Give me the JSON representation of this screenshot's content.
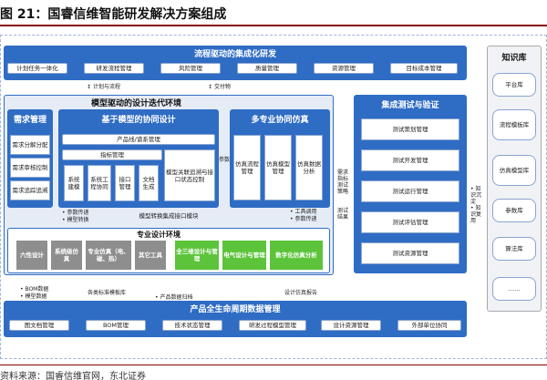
{
  "figure": {
    "title": "图 21：国睿信维智能研发解决方案组成",
    "source": "资料来源：国睿信维官网，东北证券"
  },
  "top": {
    "title": "流程驱动的集成化研发",
    "items": [
      "计划任务一体化",
      "研发流程管理",
      "风险管理",
      "质量管理",
      "资源管理",
      "目标成本管理"
    ],
    "notes": [
      "计划与流程",
      "交付物"
    ]
  },
  "design": {
    "title": "模型驱动的设计迭代环境",
    "req": {
      "title": "需求管理",
      "items": [
        "需求分解分配",
        "需求审核控制",
        "需求追踪追溯"
      ]
    },
    "collab": {
      "title": "基于模型的协同设计",
      "top1": "产品线/谱系管理",
      "top2": "指标管理",
      "cols": [
        "系统建模",
        "系统工程协同",
        "接口管理",
        "文档生成",
        "模型关联追溯与接口状态控制"
      ]
    },
    "multi": {
      "title": "多专业协同仿真",
      "cols": [
        "仿真流程管理",
        "仿真模型管理",
        "仿真数据分析"
      ],
      "side": "参数"
    },
    "notes": [
      "参数传递",
      "模型转换"
    ],
    "bar": "模型转换集成接口模块",
    "right_notes": [
      "工具调用",
      "参数传递"
    ]
  },
  "env": {
    "title": "专业设计环境",
    "gray": [
      "六性设计",
      "系统级仿真",
      "专业仿真（电、磁、热）",
      "其它工具"
    ],
    "green": [
      "全三维设计与管理",
      "电气设计与管理",
      "数字化仿真分析"
    ]
  },
  "bottom_notes": {
    "left": [
      "BOM数据",
      "模型数据"
    ],
    "mid1": "各类标准模板库",
    "mid2": "产品数据归档",
    "mid3": "设计仿真报告"
  },
  "lifecycle": {
    "title": "产品全生命周期数据管理",
    "items": [
      "图文档管理",
      "BOM管理",
      "技术状态管理",
      "研发过程模型管理",
      "设计资源管理",
      "外部单位协同"
    ]
  },
  "test": {
    "title": "集成测试与验证",
    "items": [
      "测试策划管理",
      "测试开发管理",
      "测试运行管理",
      "测试评估管理",
      "测试资源管理"
    ],
    "notes": [
      "需求指标",
      "测试策略",
      "测试结果"
    ]
  },
  "kb": {
    "title": "知识库",
    "items": [
      "平台库",
      "流程模板库",
      "仿真模型库",
      "参数库",
      "算法库",
      "……"
    ],
    "notes": [
      "知识沉淀",
      "知识复用"
    ]
  },
  "colors": {
    "blue": "#2f6cc4",
    "green": "#5cc43a",
    "gray": "#8e8e8e",
    "light": "#e6ecf6",
    "rule": "#8b0000"
  }
}
